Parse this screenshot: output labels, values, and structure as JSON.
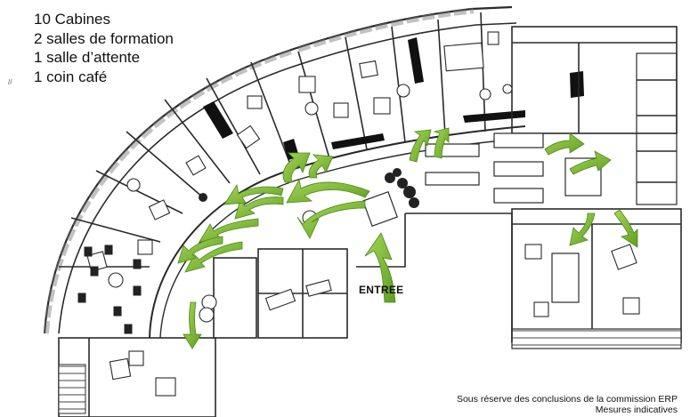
{
  "legend": {
    "items": [
      "10 Cabines",
      "2 salles de formation",
      "1 salle d’attente",
      "1 coin café"
    ]
  },
  "margin_mark": "//",
  "plan": {
    "entrance_label": "ENTREE",
    "accent_color": "#7cb82f",
    "line_color": "#2a2a2a"
  },
  "footer": {
    "line1": "Sous réserve des conclusions de la commission ERP",
    "line2": "Mesures indicatives"
  }
}
